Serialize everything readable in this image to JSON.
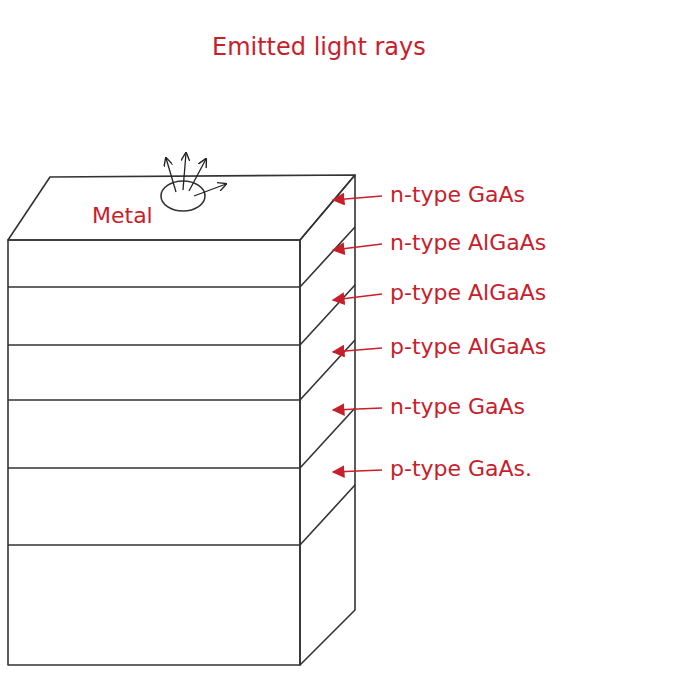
{
  "diagram": {
    "labels": [
      "Emitted light rays",
      "Metal",
      "n-type GaAs",
      "n-type AlGaAs",
      "p-type AlGaAs",
      "p-type AlGaAs",
      "n-type GaAs",
      "p-type GaAs."
    ]
  }
}
